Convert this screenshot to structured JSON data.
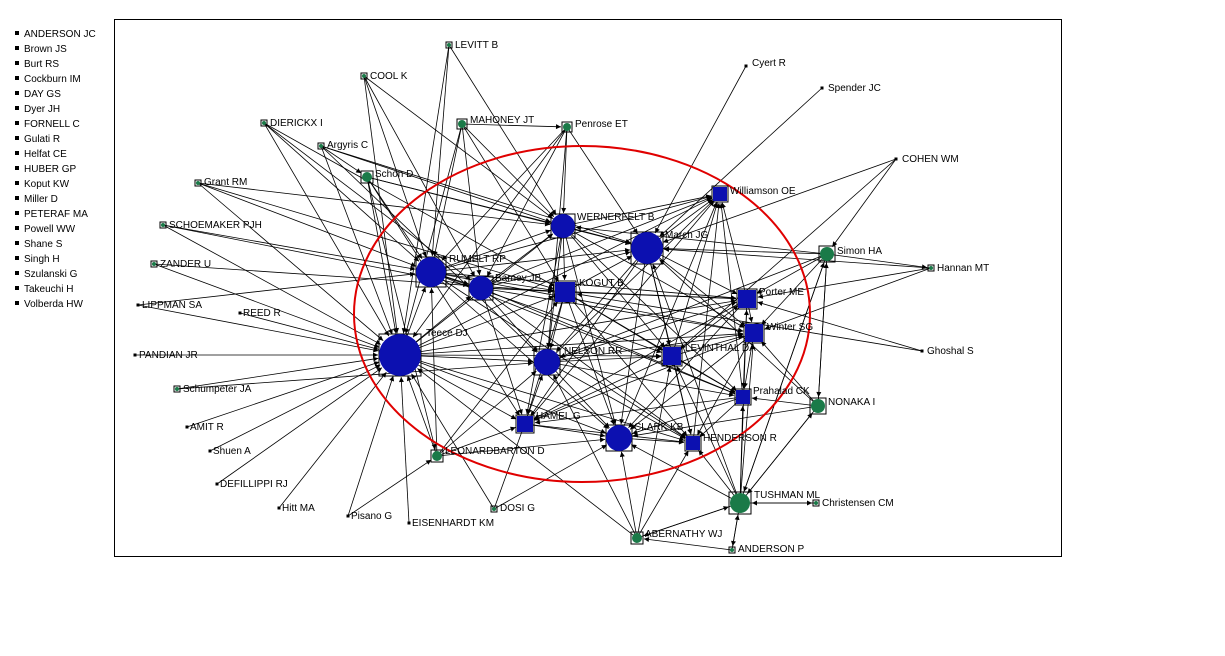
{
  "isolates": [
    "ANDERSON JC",
    "Brown JS",
    "Burt RS",
    "Cockburn IM",
    "DAY GS",
    "Dyer JH",
    "FORNELL C",
    "Gulati R",
    "Helfat CE",
    "HUBER GP",
    "Koput KW",
    "Miller D",
    "PETERAF MA",
    "Powell WW",
    "Shane S",
    "Singh H",
    "Szulanski G",
    "Takeuchi H",
    "Volberda HW"
  ],
  "colors": {
    "core": "#0c10b0",
    "green": "#1a7a48",
    "edge": "#000000",
    "circle": "#e00000"
  },
  "nodes": [
    {
      "id": "LEVITT B",
      "kind": "green",
      "size": 2
    },
    {
      "id": "COOL K",
      "kind": "green",
      "size": 3
    },
    {
      "id": "Cyert R",
      "kind": "black",
      "size": 2
    },
    {
      "id": "Spender JC",
      "kind": "black",
      "size": 2
    },
    {
      "id": "DIERICKX I",
      "kind": "green",
      "size": 3
    },
    {
      "id": "MAHONEY JT",
      "kind": "green",
      "size": 4
    },
    {
      "id": "Penrose ET",
      "kind": "green",
      "size": 4
    },
    {
      "id": "Argyris C",
      "kind": "green",
      "size": 3
    },
    {
      "id": "COHEN WM",
      "kind": "black",
      "size": 2
    },
    {
      "id": "Schon D",
      "kind": "green",
      "size": 5
    },
    {
      "id": "Williamson OE",
      "kind": "blue",
      "size": 7
    },
    {
      "id": "Grant RM",
      "kind": "green",
      "size": 3
    },
    {
      "id": "WERNERFELT B",
      "kind": "blue",
      "size": 11
    },
    {
      "id": "SCHOEMAKER PJH",
      "kind": "green",
      "size": 3
    },
    {
      "id": "March JG",
      "kind": "blue",
      "size": 15
    },
    {
      "id": "Simon HA",
      "kind": "green",
      "size": 7
    },
    {
      "id": "ZANDER U",
      "kind": "green",
      "size": 3
    },
    {
      "id": "RUMELT RP",
      "kind": "blue",
      "size": 14
    },
    {
      "id": "Hannan MT",
      "kind": "green",
      "size": 3
    },
    {
      "id": "Barney JB",
      "kind": "blue",
      "size": 11
    },
    {
      "id": "KOGUT B",
      "kind": "blue",
      "size": 10
    },
    {
      "id": "Porter ME",
      "kind": "blue",
      "size": 9
    },
    {
      "id": "LIPPMAN SA",
      "kind": "black",
      "size": 2
    },
    {
      "id": "REED R",
      "kind": "black",
      "size": 2
    },
    {
      "id": "Winter SG",
      "kind": "blue",
      "size": 9
    },
    {
      "id": "Teece DJ",
      "kind": "blue",
      "size": 20
    },
    {
      "id": "Ghoshal S",
      "kind": "black",
      "size": 2
    },
    {
      "id": "NELSON RR",
      "kind": "blue",
      "size": 12
    },
    {
      "id": "LEVINTHAL DA",
      "kind": "blue",
      "size": 9
    },
    {
      "id": "PANDIAN JR",
      "kind": "black",
      "size": 2
    },
    {
      "id": "Schumpeter JA",
      "kind": "green",
      "size": 3
    },
    {
      "id": "Prahalad CK",
      "kind": "blue",
      "size": 7
    },
    {
      "id": "NONAKA I",
      "kind": "green",
      "size": 7
    },
    {
      "id": "HAMEL G",
      "kind": "blue",
      "size": 8
    },
    {
      "id": "AMIT R",
      "kind": "black",
      "size": 2
    },
    {
      "id": "CLARK KB",
      "kind": "blue",
      "size": 12
    },
    {
      "id": "HENDERSON R",
      "kind": "blue",
      "size": 7
    },
    {
      "id": "Shuen A",
      "kind": "black",
      "size": 2
    },
    {
      "id": "LEONARDBARTON D",
      "kind": "green",
      "size": 5
    },
    {
      "id": "DEFILLIPPI RJ",
      "kind": "black",
      "size": 2
    },
    {
      "id": "TUSHMAN ML",
      "kind": "green",
      "size": 10
    },
    {
      "id": "Christensen CM",
      "kind": "green",
      "size": 3
    },
    {
      "id": "Hitt MA",
      "kind": "black",
      "size": 2
    },
    {
      "id": "Pisano G",
      "kind": "black",
      "size": 2
    },
    {
      "id": "DOSI G",
      "kind": "green",
      "size": 3
    },
    {
      "id": "EISENHARDT KM",
      "kind": "black",
      "size": 2
    },
    {
      "id": "ABERNATHY WJ",
      "kind": "green",
      "size": 5
    },
    {
      "id": "ANDERSON P",
      "kind": "green",
      "size": 3
    }
  ]
}
